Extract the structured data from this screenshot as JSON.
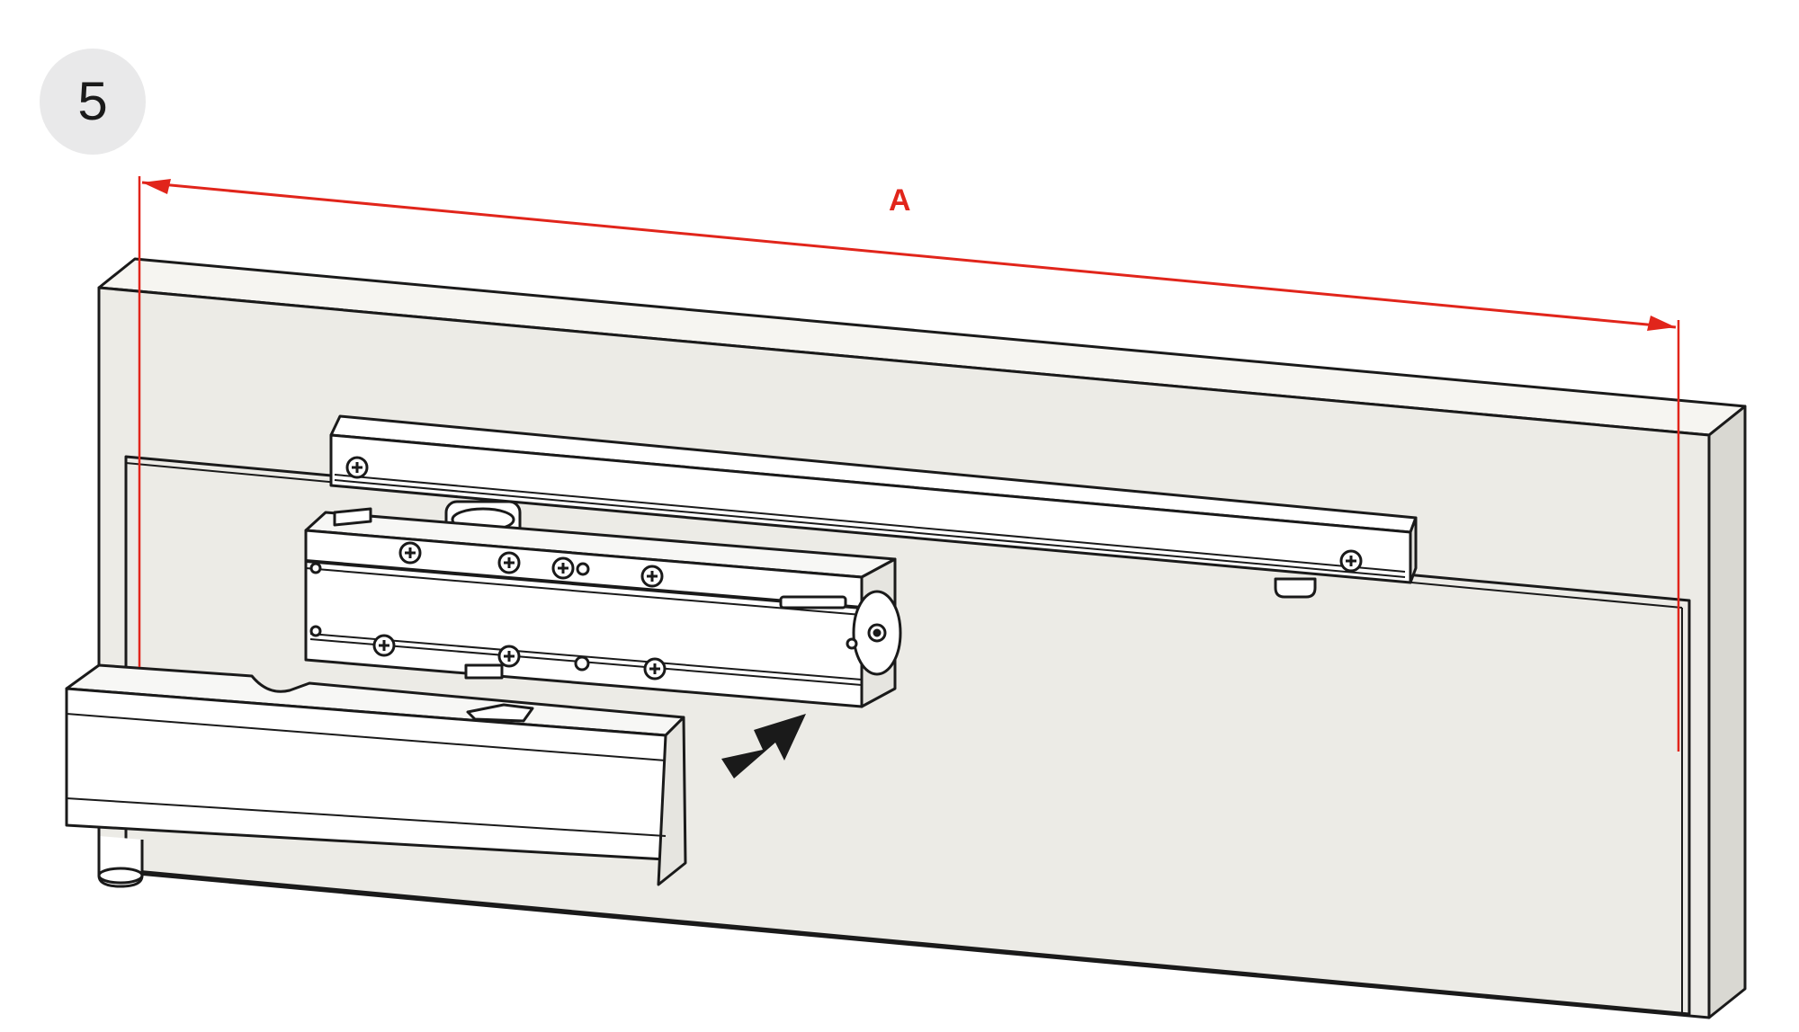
{
  "step": {
    "number": "5"
  },
  "dimension": {
    "label": "A"
  },
  "colors": {
    "dimension": "#e1251b",
    "panel": "#ecebe6",
    "outline": "#1a1a1a",
    "badge": "#e9e9ea",
    "arrow": "#1a1a1a"
  },
  "icons": {
    "step-badge": "circle-badge",
    "direction": "arrow-icon",
    "fasteners": "screw-icon"
  }
}
